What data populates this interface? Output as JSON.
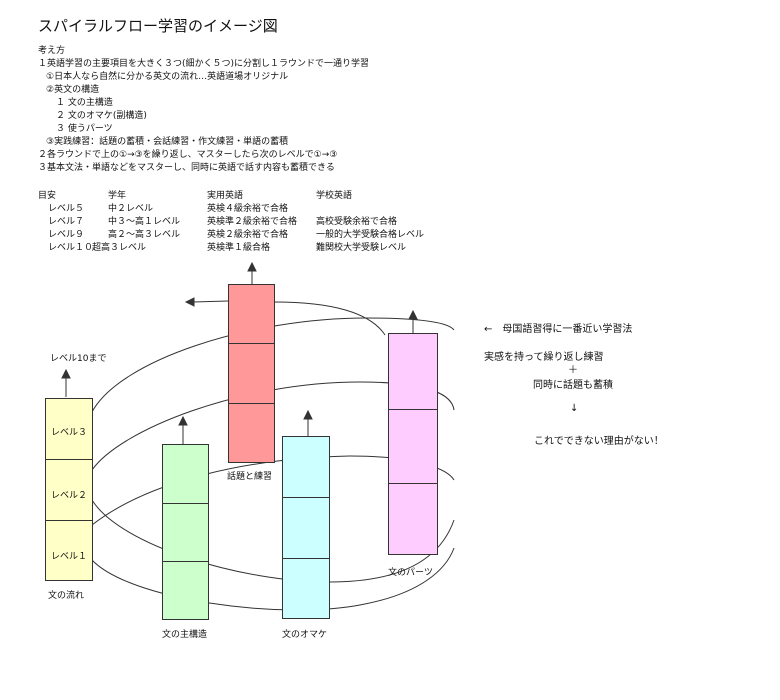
{
  "title": "スパイラルフロー学習のイメージ図",
  "concept": {
    "heading": "考え方",
    "lines": [
      "１英語学習の主要項目を大きく３つ(細かく５つ)に分割し１ラウンドで一通り学習",
      "①日本人なら自然に分かる英文の流れ…英語道場オリジナル",
      "②英文の構造",
      "１ 文の主構造",
      "２ 文のオマケ(副構造)",
      "３ 使うパーツ",
      "③実践練習：話題の蓄積・会話練習・作文練習・単語の蓄積",
      "２各ラウンドで上の①→③を繰り返し、マスターしたら次のレベルで①→③",
      "３基本文法・単語などをマスターし、同時に英語で話す内容も蓄積できる"
    ]
  },
  "levels_table": {
    "headers": [
      "目安",
      "学年",
      "実用英語",
      "学校英語"
    ],
    "rows": [
      [
        "レベル５",
        "中２レベル",
        "英検４級余裕で合格",
        ""
      ],
      [
        "レベル７",
        "中３～高１レベル",
        "英検準２級余裕で合格",
        "高校受験余裕で合格"
      ],
      [
        "レベル９",
        "高２～高３レベル",
        "英検２級余裕で合格",
        "一般的大学受験合格レベル"
      ],
      [
        "レベル１０",
        "超高３レベル",
        "英検準１級合格",
        "難関校大学受験レベル"
      ]
    ]
  },
  "diagram": {
    "top_label": "レベル10まで",
    "flow_bar": {
      "caption": "文の流れ",
      "levels": [
        "レベル３",
        "レベル２",
        "レベル１"
      ],
      "color": "#ffffc8"
    },
    "pillars": [
      {
        "id": "main",
        "caption": "文の主構造",
        "color": "#ccffcc"
      },
      {
        "id": "topic",
        "caption": "話題と練習",
        "color": "#ff9999"
      },
      {
        "id": "extra",
        "caption": "文のオマケ",
        "color": "#ccffff"
      },
      {
        "id": "parts",
        "caption": "文のパーツ",
        "color": "#ffccff"
      }
    ]
  },
  "notes": {
    "line1": "←　母国語習得に一番近い学習法",
    "line2": "実感を持って繰り返し練習",
    "plus": "＋",
    "line3": "同時に話題も蓄積",
    "arrow": "↓",
    "line4": "これでできない理由がない！"
  }
}
